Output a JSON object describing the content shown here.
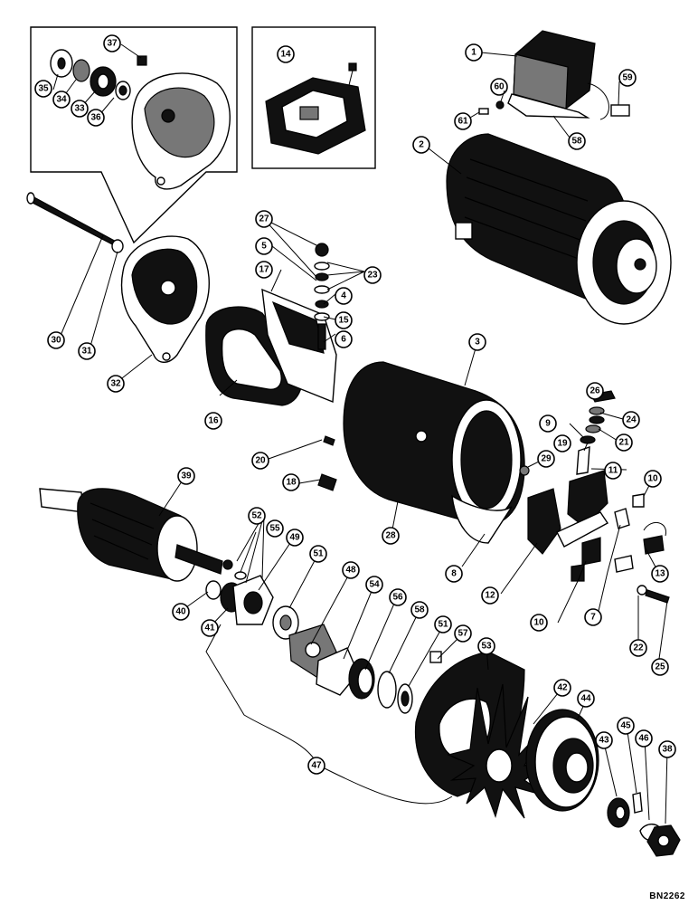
{
  "drawing_code": "BN2262",
  "callouts": [
    {
      "id": "1",
      "label": "1"
    },
    {
      "id": "2",
      "label": "2"
    },
    {
      "id": "3",
      "label": "3"
    },
    {
      "id": "4",
      "label": "4"
    },
    {
      "id": "5",
      "label": "5"
    },
    {
      "id": "6",
      "label": "6"
    },
    {
      "id": "7",
      "label": "7"
    },
    {
      "id": "8",
      "label": "8"
    },
    {
      "id": "9",
      "label": "9"
    },
    {
      "id": "10a",
      "label": "10"
    },
    {
      "id": "10b",
      "label": "10"
    },
    {
      "id": "11",
      "label": "11"
    },
    {
      "id": "12",
      "label": "12"
    },
    {
      "id": "13",
      "label": "13"
    },
    {
      "id": "14",
      "label": "14"
    },
    {
      "id": "15",
      "label": "15"
    },
    {
      "id": "16",
      "label": "16"
    },
    {
      "id": "17",
      "label": "17"
    },
    {
      "id": "18",
      "label": "18"
    },
    {
      "id": "19",
      "label": "19"
    },
    {
      "id": "20",
      "label": "20"
    },
    {
      "id": "21",
      "label": "21"
    },
    {
      "id": "22",
      "label": "22"
    },
    {
      "id": "23",
      "label": "23"
    },
    {
      "id": "24",
      "label": "24"
    },
    {
      "id": "25",
      "label": "25"
    },
    {
      "id": "26",
      "label": "26"
    },
    {
      "id": "27",
      "label": "27"
    },
    {
      "id": "28",
      "label": "28"
    },
    {
      "id": "29",
      "label": "29"
    },
    {
      "id": "30",
      "label": "30"
    },
    {
      "id": "31",
      "label": "31"
    },
    {
      "id": "32",
      "label": "32"
    },
    {
      "id": "33",
      "label": "33"
    },
    {
      "id": "34",
      "label": "34"
    },
    {
      "id": "35",
      "label": "35"
    },
    {
      "id": "36",
      "label": "36"
    },
    {
      "id": "37",
      "label": "37"
    },
    {
      "id": "38",
      "label": "38"
    },
    {
      "id": "39",
      "label": "39"
    },
    {
      "id": "40",
      "label": "40"
    },
    {
      "id": "41",
      "label": "41"
    },
    {
      "id": "42",
      "label": "42"
    },
    {
      "id": "43",
      "label": "43"
    },
    {
      "id": "44",
      "label": "44"
    },
    {
      "id": "45",
      "label": "45"
    },
    {
      "id": "46",
      "label": "46"
    },
    {
      "id": "47",
      "label": "47"
    },
    {
      "id": "48",
      "label": "48"
    },
    {
      "id": "49",
      "label": "49"
    },
    {
      "id": "51a",
      "label": "51"
    },
    {
      "id": "51b",
      "label": "51"
    },
    {
      "id": "52",
      "label": "52"
    },
    {
      "id": "53",
      "label": "53"
    },
    {
      "id": "54",
      "label": "54"
    },
    {
      "id": "55",
      "label": "55"
    },
    {
      "id": "56",
      "label": "56"
    },
    {
      "id": "57",
      "label": "57"
    },
    {
      "id": "58a",
      "label": "58"
    },
    {
      "id": "58b",
      "label": "58"
    },
    {
      "id": "59",
      "label": "59"
    },
    {
      "id": "60",
      "label": "60"
    },
    {
      "id": "61",
      "label": "61"
    }
  ]
}
